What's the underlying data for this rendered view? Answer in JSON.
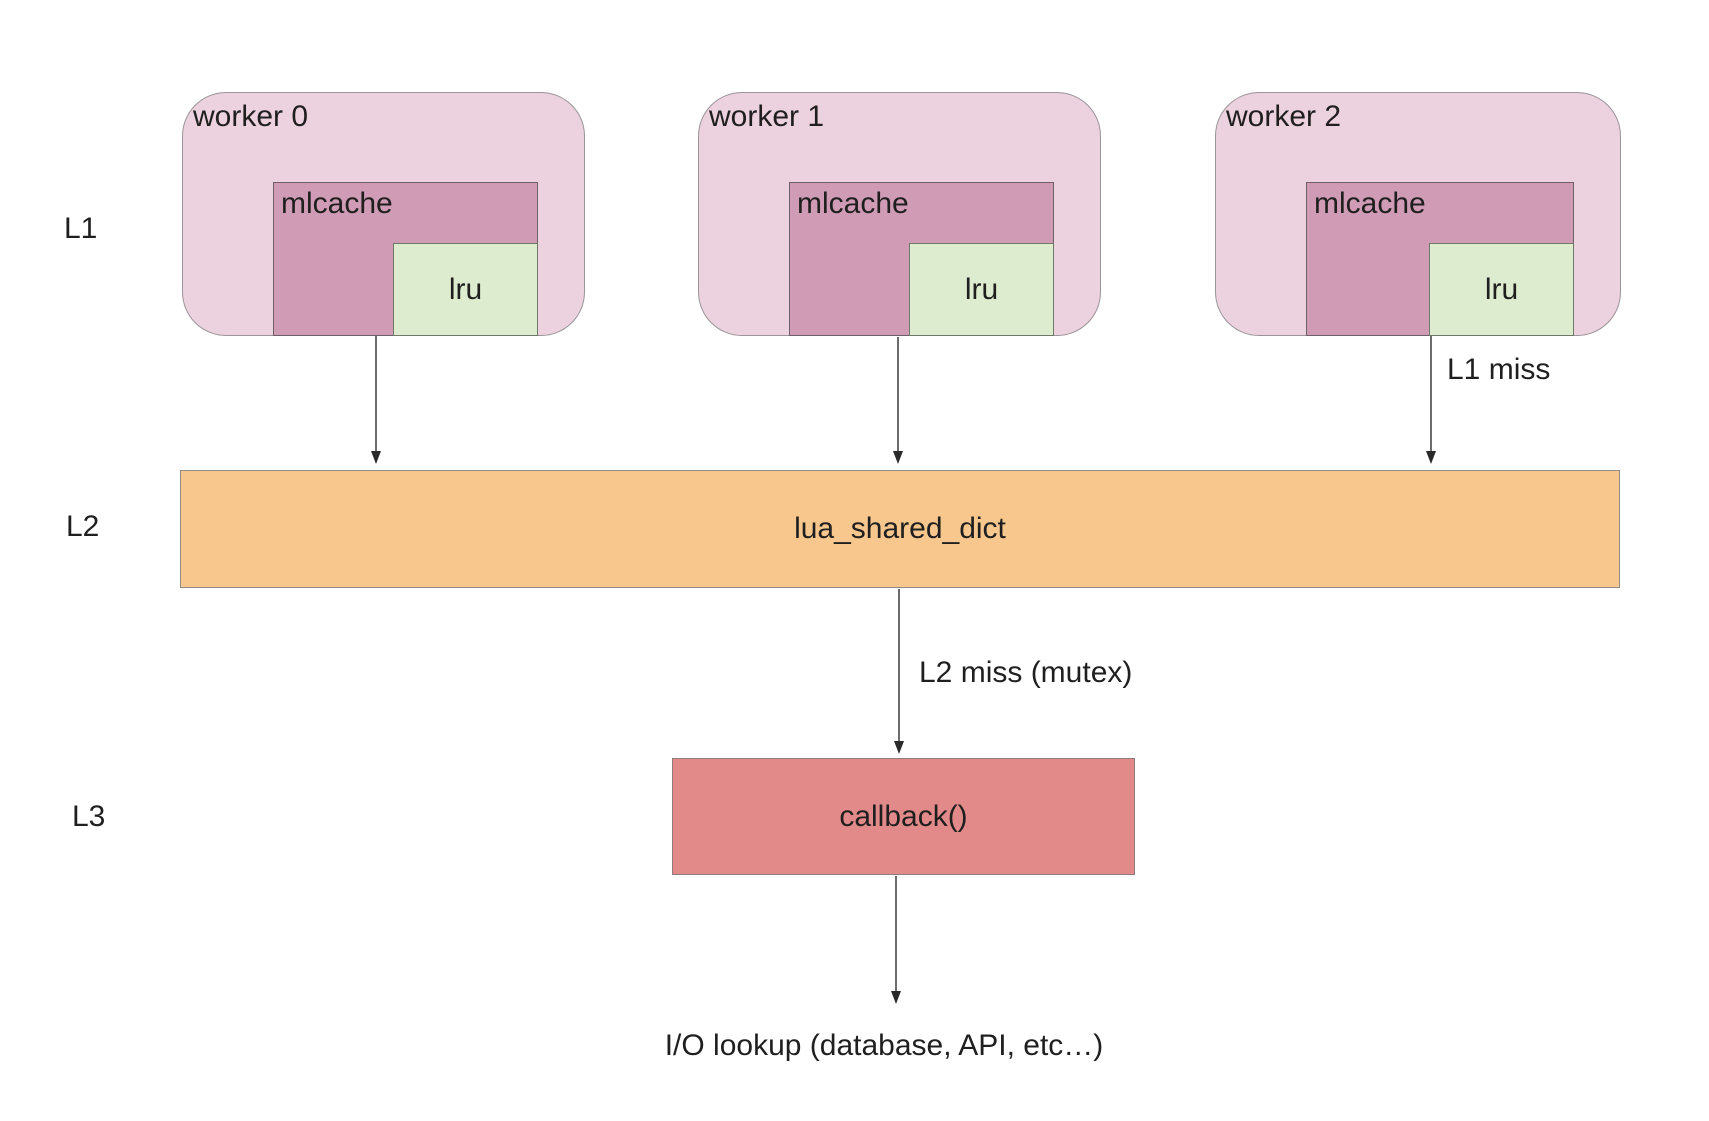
{
  "levels": [
    {
      "label": "L1"
    },
    {
      "label": "L2"
    },
    {
      "label": "L3"
    }
  ],
  "workers": [
    {
      "title": "worker 0",
      "cache_label": "mlcache",
      "lru_label": "lru"
    },
    {
      "title": "worker 1",
      "cache_label": "mlcache",
      "lru_label": "lru"
    },
    {
      "title": "worker 2",
      "cache_label": "mlcache",
      "lru_label": "lru"
    }
  ],
  "l2": {
    "label": "lua_shared_dict"
  },
  "l3": {
    "label": "callback()"
  },
  "edges": {
    "l1_miss": "L1 miss",
    "l2_miss": "L2 miss (mutex)"
  },
  "io": {
    "label": "I/O lookup (database, API, etc…)"
  },
  "colors": {
    "worker_bg": "#ecd1de",
    "mlcache_bg": "#cf9bb5",
    "lru_bg": "#ddeccf",
    "l2_bar_bg": "#f7c78e",
    "callback_bg": "#e28989",
    "text": "#1f1f1f",
    "arrow": "#3a3a3a"
  }
}
